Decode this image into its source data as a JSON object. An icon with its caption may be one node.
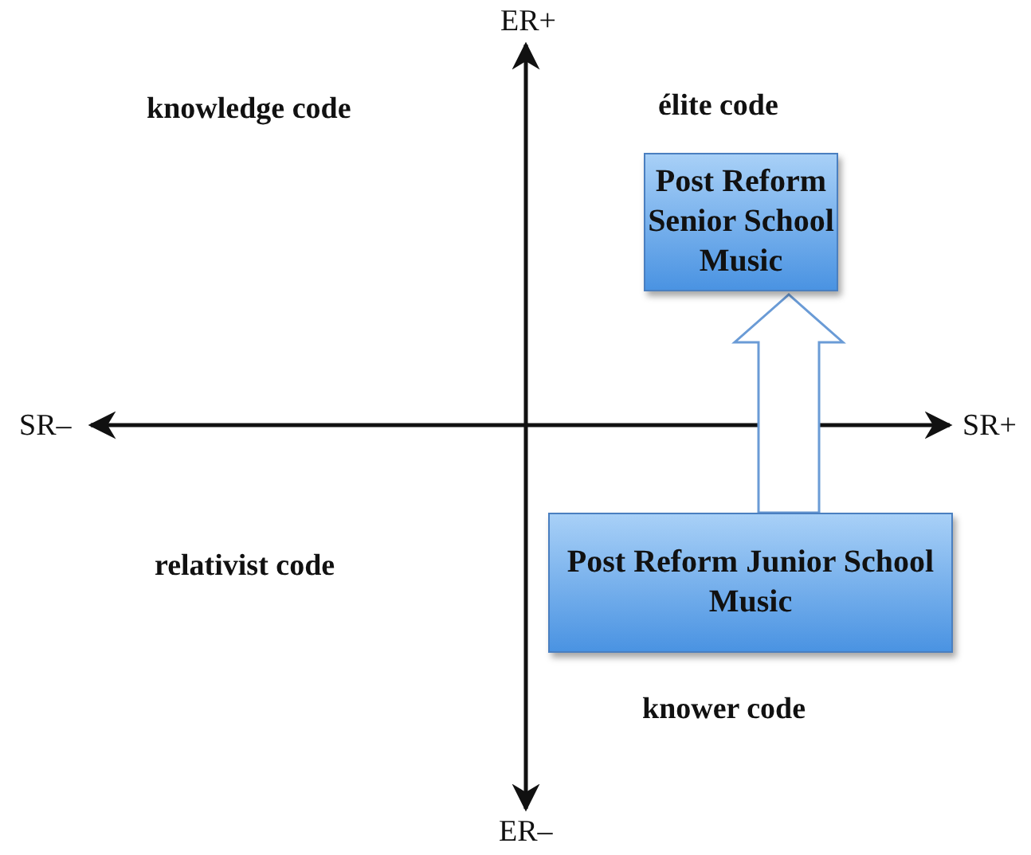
{
  "diagram": {
    "nodes": [
      {
        "text": [
          "Post Reform Senior School Music"
        ]
      },
      {
        "text": [
          "Post Reform Junior School Music"
        ]
      }
    ],
    "edges": [
      {
        "from": 1,
        "to": 0,
        "arrow": "to"
      }
    ],
    "labels": [
      "ER+",
      "knowledge code",
      "élite code",
      "SR–",
      "SR+",
      "relativist code",
      "knower code",
      "ER–"
    ]
  }
}
